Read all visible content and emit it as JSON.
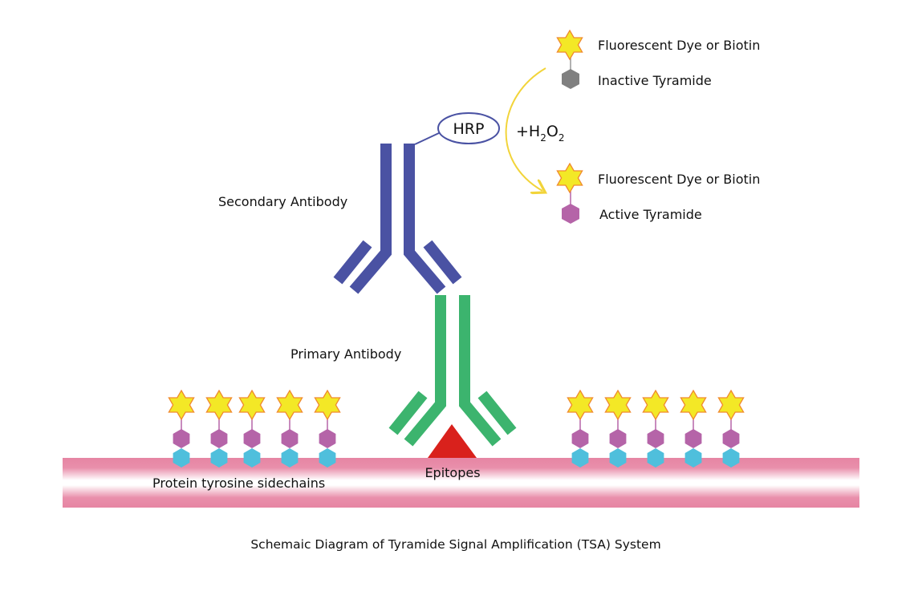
{
  "title": "Schemaic Diagram of Tyramide Signal Amplification (TSA) System",
  "labels": {
    "secondary_antibody": "Secondary Antibody",
    "primary_antibody": "Primary Antibody",
    "hrp": "HRP",
    "h2o2_plus": "+H",
    "h2o2_sub1": "2",
    "h2o2_o": "O",
    "h2o2_sub2": "2",
    "epitopes": "Epitopes",
    "protein_tyrosine": "Protein tyrosine sidechains"
  },
  "legend": {
    "inactive": {
      "dye_label": "Fluorescent Dye or Biotin",
      "tyramide_label": "Inactive Tyramide"
    },
    "active": {
      "dye_label": "Fluorescent Dye or Biotin",
      "tyramide_label": "Active Tyramide"
    }
  },
  "deposits": {
    "left_count": 5,
    "right_count": 5
  },
  "colors": {
    "secondary_antibody": "#4a52a3",
    "primary_antibody": "#3cb46e",
    "star_fill": "#f3e826",
    "star_stroke": "#f08a2e",
    "inactive_tyramide": "#808080",
    "active_tyramide": "#b564a8",
    "tyrosine": "#4fbfdc",
    "membrane": "#e685a3",
    "epitope": "#d9211c",
    "arrow": "#f2d43a"
  }
}
